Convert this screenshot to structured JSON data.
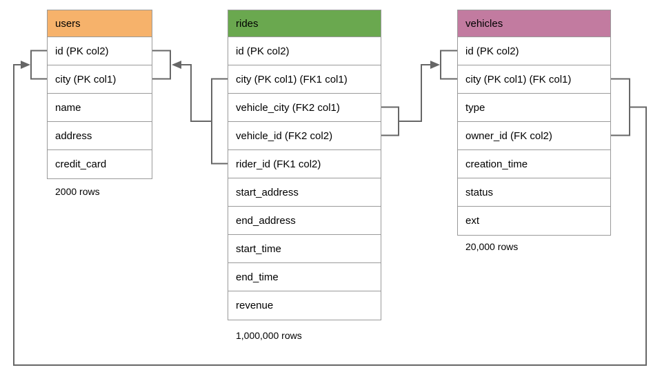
{
  "tables": {
    "users": {
      "title": "users",
      "header_color": "#f6b26b",
      "rows": [
        "id (PK col2)",
        "city (PK col1)",
        "name",
        "address",
        "credit_card"
      ],
      "row_count_label": "2000 rows"
    },
    "rides": {
      "title": "rides",
      "header_color": "#6aa84f",
      "rows": [
        "id (PK col2)",
        "city (PK col1) (FK1 col1)",
        "vehicle_city (FK2 col1)",
        "vehicle_id (FK2 col2)",
        "rider_id (FK1 col2)",
        "start_address",
        "end_address",
        "start_time",
        "end_time",
        "revenue"
      ],
      "row_count_label": "1,000,000 rows"
    },
    "vehicles": {
      "title": "vehicles",
      "header_color": "#c27ba0",
      "rows": [
        "id (PK col2)",
        "city (PK col1) (FK col1)",
        "type",
        "owner_id (FK col2)",
        "creation_time",
        "status",
        "ext"
      ],
      "row_count_label": "20,000 rows"
    }
  },
  "relationships": [
    {
      "name": "FK1",
      "from": "rides (city, rider_id)",
      "to": "users (city, id)"
    },
    {
      "name": "FK2",
      "from": "rides (vehicle_city, vehicle_id)",
      "to": "vehicles (city, id)"
    },
    {
      "name": "FK",
      "from": "vehicles (city, owner_id)",
      "to": "users (city, id)"
    }
  ],
  "colors": {
    "connector": "#666666",
    "cell_border": "#999999",
    "text": "#000000"
  }
}
